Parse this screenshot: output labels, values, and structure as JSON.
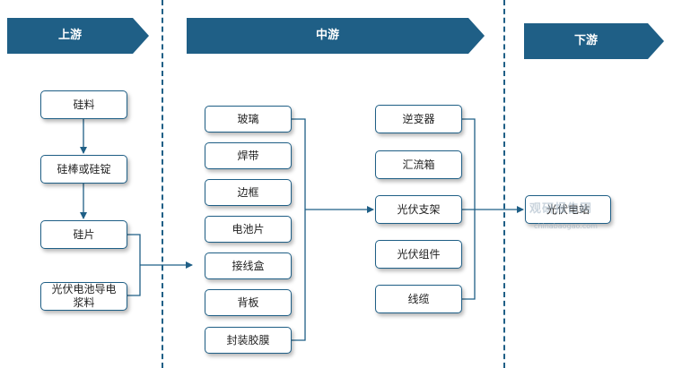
{
  "stages": {
    "upstream": "上游",
    "midstream": "中游",
    "downstream": "下游"
  },
  "upstream": {
    "silicon_material": "硅料",
    "silicon_rod_ingot": "硅棒或硅锭",
    "wafer": "硅片",
    "pv_paste": "光伏电池导电浆料"
  },
  "midstream_materials": {
    "glass": "玻璃",
    "ribbon": "焊带",
    "frame": "边框",
    "cell": "电池片",
    "junction_box": "接线盒",
    "backsheet": "背板",
    "encapsulant": "封装胶膜"
  },
  "midstream_components": {
    "inverter": "逆变器",
    "combiner_box": "汇流箱",
    "pv_mount": "光伏支架",
    "pv_module": "光伏组件",
    "cable": "线缆"
  },
  "downstream": {
    "pv_plant": "光伏电站"
  },
  "watermark": {
    "brand": "观研报告网",
    "url": "chinabaogao.com"
  },
  "colors": {
    "banner": "#1f5f86",
    "line": "#1f5f86"
  }
}
